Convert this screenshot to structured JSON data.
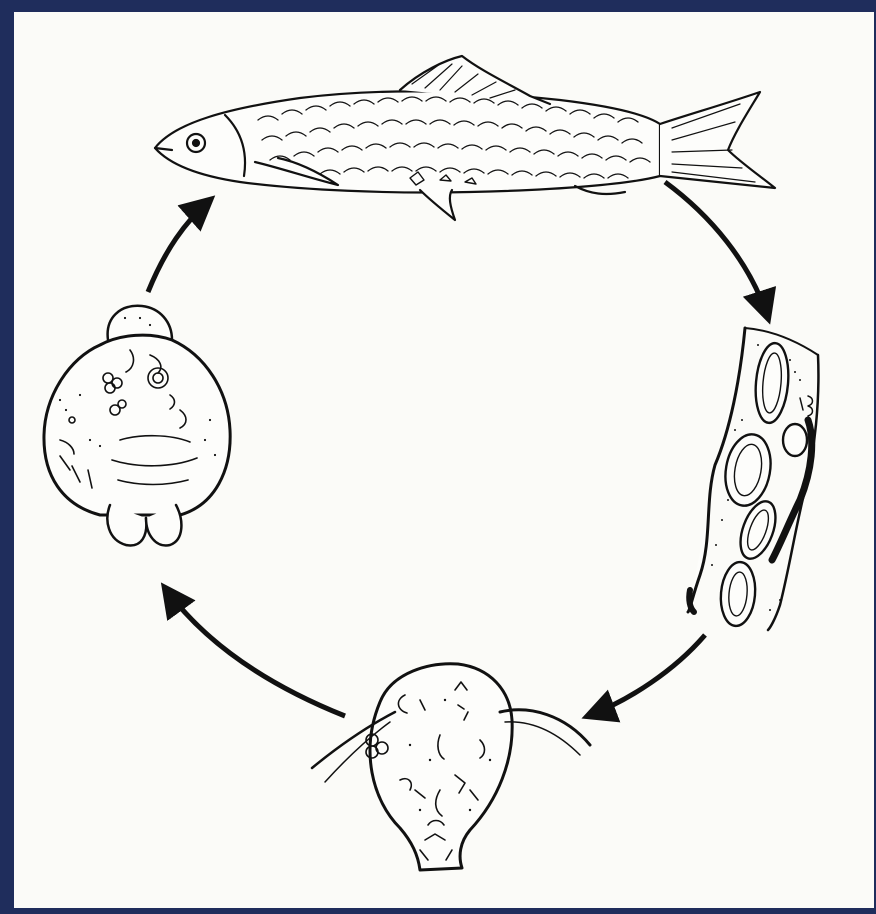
{
  "diagram": {
    "type": "life-cycle",
    "stages": [
      {
        "id": "fish",
        "icon": "fish-icon"
      },
      {
        "id": "intestine-tissue",
        "icon": "intestine-cysts-icon"
      },
      {
        "id": "copepod",
        "icon": "copepod-icon"
      },
      {
        "id": "larva",
        "icon": "larva-icon"
      }
    ],
    "flow": "clockwise",
    "colors": {
      "ink": "#111111",
      "paper": "#fbfbf8",
      "frame": "#1f2d5c"
    }
  }
}
